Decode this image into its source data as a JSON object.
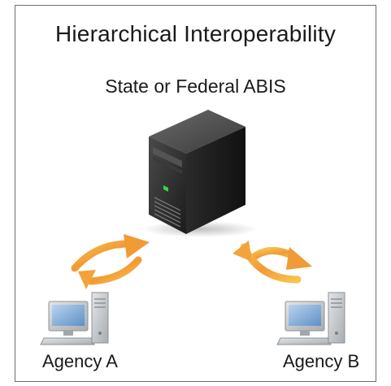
{
  "diagram": {
    "title": "Hierarchical Interoperability",
    "server_label": "State or Federal ABIS",
    "agency_a_label": "Agency A",
    "agency_b_label": "Agency B"
  },
  "colors": {
    "arrow_orange": "#f2a33a",
    "arrow_yellow": "#f9d86a",
    "server_dark": "#2b2b2b",
    "led_green": "#3ad14a",
    "workstation_gray": "#c9ccce",
    "monitor_blue": "#7fa8d4"
  },
  "icons": [
    "server-icon",
    "workstation-icon",
    "bidirectional-arrow-icon"
  ]
}
